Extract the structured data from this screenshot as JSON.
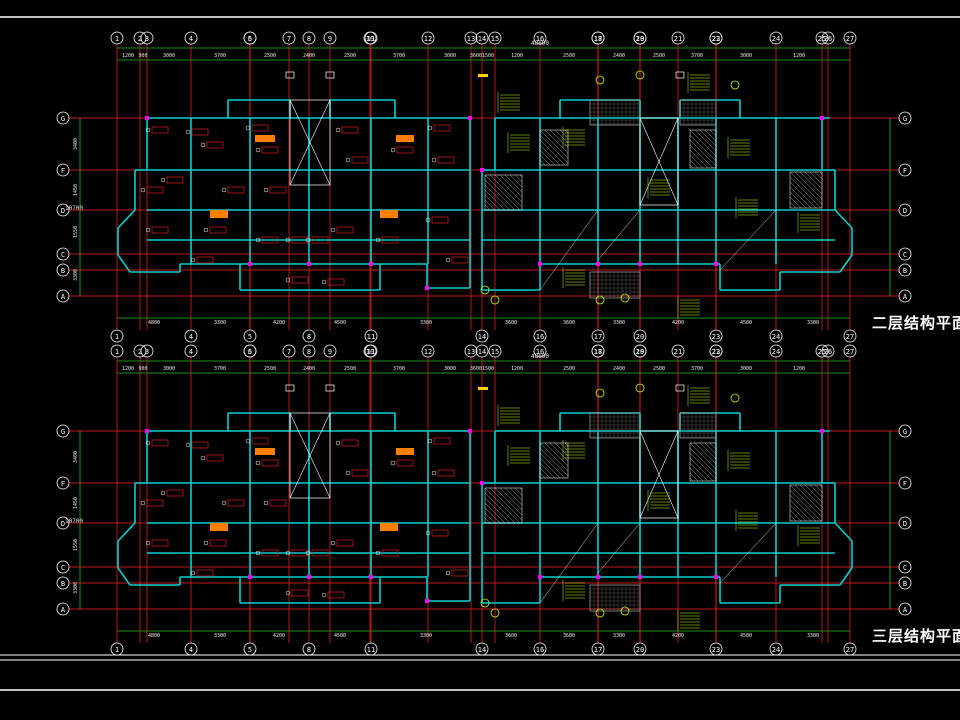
{
  "plans": [
    {
      "title": "二层结构平面布",
      "grid_top": [
        "1",
        "2",
        "3",
        "4",
        "5",
        "6",
        "7",
        "8",
        "9",
        "10",
        "11",
        "12",
        "13",
        "14",
        "15",
        "16",
        "17",
        "18",
        "19",
        "20",
        "21",
        "22",
        "23",
        "24",
        "25",
        "26",
        "27"
      ],
      "grid_bottom": [
        "1",
        "4",
        "5",
        "8",
        "11",
        "14",
        "16",
        "17",
        "20",
        "23",
        "24",
        "27"
      ],
      "grid_rows": [
        "G",
        "F",
        "D",
        "C",
        "B",
        "A"
      ],
      "dims_top": [
        "1200",
        "900",
        "3000",
        "3700",
        "2500",
        "2400",
        "2500",
        "3700",
        "3000",
        "3600",
        "1500",
        "1200",
        "2500",
        "2400",
        "2500",
        "3700",
        "3000",
        "1200"
      ],
      "dims_bottom": [
        "4800",
        "3300",
        "4200",
        "4500",
        "3300",
        "3600",
        "3600",
        "3300",
        "4200",
        "4500",
        "3300",
        "4800"
      ],
      "dims_left": [
        "3400",
        "1450",
        "1550",
        "3300"
      ],
      "total_length": "48600",
      "total_depth": "10700"
    },
    {
      "title": "三层结构平面布",
      "grid_top": [
        "1",
        "2",
        "3",
        "4",
        "5",
        "6",
        "7",
        "8",
        "9",
        "10",
        "11",
        "12",
        "13",
        "14",
        "15",
        "16",
        "17",
        "18",
        "19",
        "20",
        "21",
        "22",
        "23",
        "24",
        "25",
        "26",
        "27"
      ],
      "grid_bottom": [
        "1",
        "4",
        "5",
        "8",
        "11",
        "14",
        "16",
        "17",
        "20",
        "23",
        "24",
        "27"
      ],
      "grid_rows": [
        "G",
        "F",
        "D",
        "C",
        "B",
        "A"
      ],
      "dims_top": [
        "1200",
        "900",
        "3000",
        "3700",
        "2500",
        "2400",
        "2500",
        "3700",
        "3000",
        "3600",
        "1500",
        "1200",
        "2500",
        "2400",
        "2500",
        "3700",
        "3000",
        "1200"
      ],
      "dims_bottom": [
        "4800",
        "3300",
        "4200",
        "4500",
        "3300",
        "3600",
        "3600",
        "3300",
        "4200",
        "4500",
        "3300",
        "4800"
      ],
      "dims_left": [
        "3400",
        "1450",
        "1550",
        "3300"
      ],
      "total_length": "48600",
      "total_depth": "10700"
    }
  ],
  "colors": {
    "background": "#000000",
    "axis": "#ff2020",
    "dimension": "#20c020",
    "grid_bubble": "#ffffff",
    "wall": "#00d0d0",
    "beam_label": "#ff2020",
    "rebar": "#c0ff00",
    "highlight": "#ff8000",
    "column": "#ff00ff",
    "frame": "#ffffff"
  }
}
